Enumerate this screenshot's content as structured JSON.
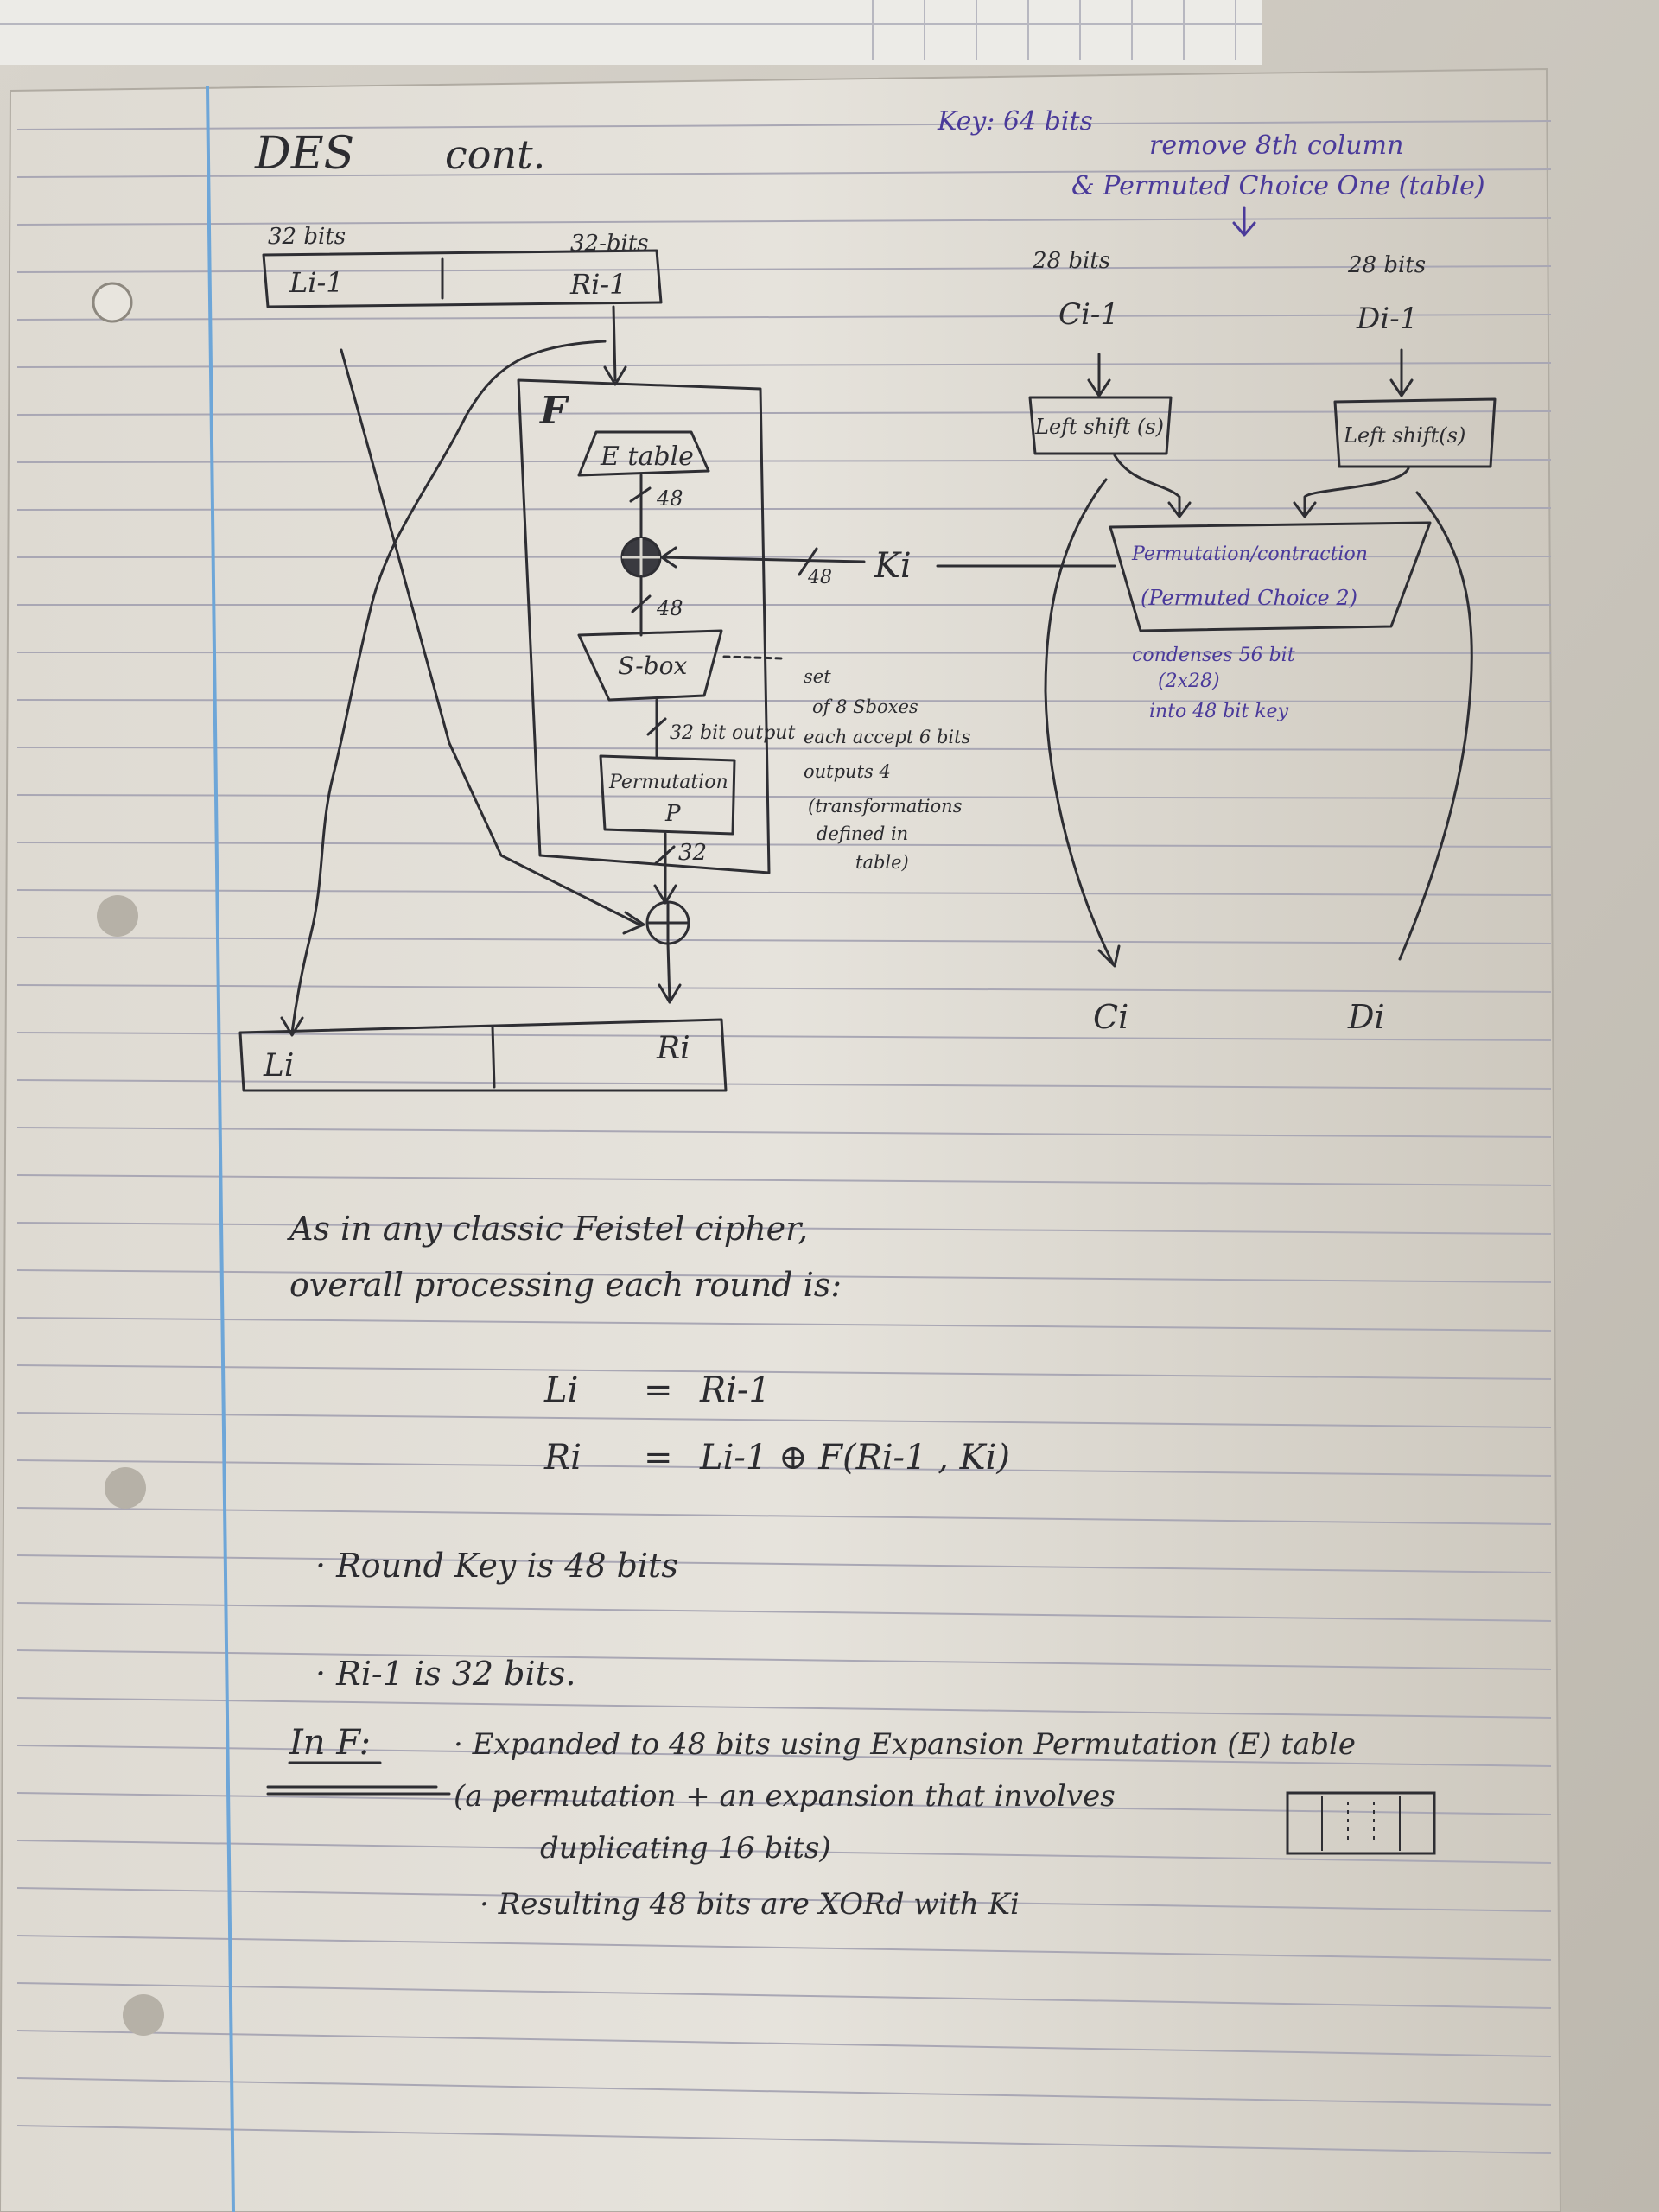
{
  "title": {
    "heading": "DES",
    "cont": "cont."
  },
  "round_diagram": {
    "left_bits": "32 bits",
    "right_bits": "32-bits",
    "left_in": "Li-1",
    "right_in": "Ri-1",
    "f_label": "F",
    "e_table": "E table",
    "width_48_a": "48",
    "width_48_b": "48",
    "key_label": "Ki",
    "key_width": "48",
    "sbox": "S-box",
    "sbox_out": "32 bit output",
    "sbox_note": [
      "set",
      "of 8 Sboxes",
      "each accept 6 bits",
      "outputs 4",
      "(transformations",
      "defined in",
      "table)"
    ],
    "perm_line1": "Permutation",
    "perm_line2": "P",
    "width_32": "32",
    "left_out": "Li",
    "right_out": "Ri"
  },
  "key_schedule": {
    "key_bits": "Key: 64 bits",
    "note_line1": "remove 8th column",
    "note_line2": "& Permuted Choice One (table)",
    "c_bits": "28 bits",
    "d_bits": "28 bits",
    "c_in": "Ci-1",
    "d_in": "Di-1",
    "shift_c": "Left shift (s)",
    "shift_d": "Left shift(s)",
    "pc2_line1": "Permutation/contraction",
    "pc2_line2": "(Permuted Choice 2)",
    "condense": [
      "condenses 56 bit",
      "(2x28)",
      "into 48 bit key"
    ],
    "c_out": "Ci",
    "d_out": "Di"
  },
  "notes": {
    "intro_line1": "As in any classic Feistel cipher,",
    "intro_line2": "overall processing each round is:",
    "eq1_lhs": "Li",
    "eq1_eq": "=",
    "eq1_rhs": "Ri-1",
    "eq2_lhs": "Ri",
    "eq2_eq": "=",
    "eq2_rhs": "Li-1   ⊕   F(Ri-1 , Ki)",
    "bullet1": "· Round Key is 48 bits",
    "bullet2": "· Ri-1   is  32 bits.",
    "in_f": "In F:",
    "bullet3": "· Expanded to 48 bits using Expansion Permutation (E) table",
    "bullet3b": "(a permutation + an expansion that involves",
    "bullet3c": "duplicating 16 bits)",
    "bullet4": "· Resulting 48 bits are XORd with Ki"
  }
}
